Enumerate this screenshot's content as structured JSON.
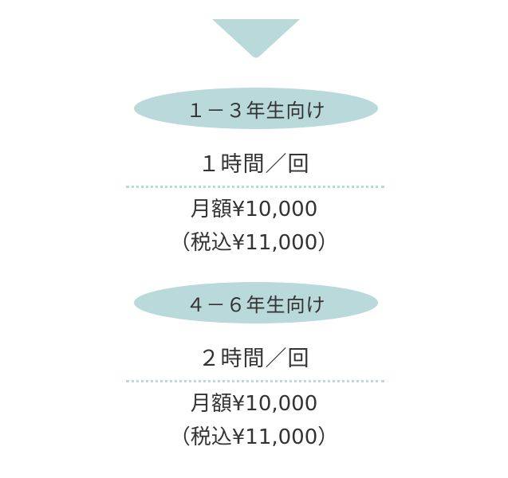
{
  "colors": {
    "accent": "#b9d9da",
    "text": "#333333",
    "background": "#ffffff"
  },
  "arrow": {
    "icon": "triangle-down-icon"
  },
  "plans": [
    {
      "grade_label": "１－３年生向け",
      "duration": "１時間／回",
      "monthly_price": "月額¥10,000",
      "price_with_tax": "（税込¥11,000）"
    },
    {
      "grade_label": "４－６年生向け",
      "duration": "２時間／回",
      "monthly_price": "月額¥10,000",
      "price_with_tax": "（税込¥11,000）"
    }
  ]
}
